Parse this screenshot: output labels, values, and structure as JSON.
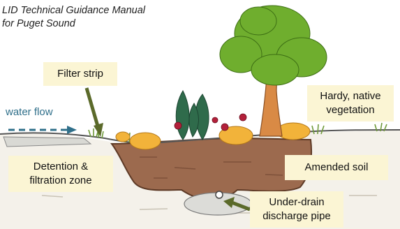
{
  "title": {
    "line1": "LID Technical Guidance Manual",
    "line2": "for Puget Sound"
  },
  "labels": {
    "filter_strip": "Filter strip",
    "water_flow": "water flow",
    "hardy_line1": "Hardy, native",
    "hardy_line2": "vegetation",
    "detention_line1": "Detention &",
    "detention_line2": "filtration zone",
    "amended_soil": "Amended soil",
    "underdrain_line1": "Under-drain",
    "underdrain_line2": "discharge pipe"
  },
  "colors": {
    "label_background": "#fbf5d4",
    "arrow": "#5b6a2a",
    "water_flow": "#2f6f8a",
    "soil": "#9c6a4e",
    "grass": "#6f9a3a",
    "tree_foliage": "#6fae2e",
    "trunk": "#d98a45"
  },
  "icons": [
    "tree-icon",
    "shrub-icon",
    "flower-icon",
    "pipe-icon",
    "arrow-icon"
  ]
}
